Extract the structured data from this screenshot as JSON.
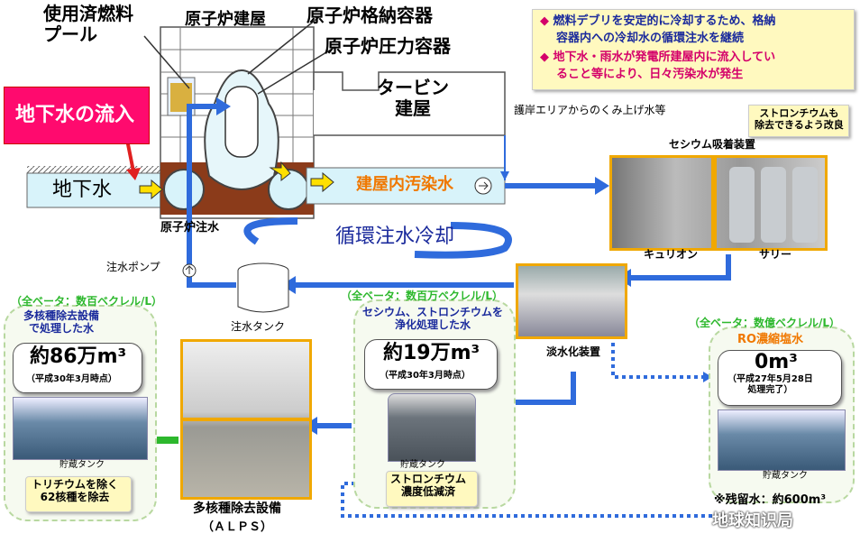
{
  "title_labels": {
    "spent_fuel_pool": "使用済燃料\nプール",
    "reactor_building": "原子炉建屋",
    "containment": "原子炉格納容器",
    "pressure_vessel": "原子炉圧力容器",
    "turbine_building": "タービン\n建屋",
    "groundwater_inflow": "地下水の流入",
    "groundwater": "地下水",
    "contaminated_water": "建屋内汚染水",
    "reactor_injection": "原子炉注水",
    "circulation_cooling": "循環注水冷却",
    "injection_pump": "注水ポンプ",
    "injection_tank": "注水タンク",
    "seawall_pumped": "護岸エリアからのくみ上げ水等"
  },
  "notes": {
    "line1": "燃料デブリを安定的に冷却するため、格納",
    "line2": "容器内への冷却水の循環注水を継続",
    "line3": "地下水・雨水が発電所建屋内に流入してい",
    "line4": "ること等により、日々汚染水が発生"
  },
  "cesium": {
    "upgrade_note": "ストロンチウムも\n除去できるよう改良",
    "title": "セシウム吸着装置",
    "kurion": "キュリオン",
    "sarry": "サリー"
  },
  "desalination": {
    "label": "淡水化装置"
  },
  "alps_panel": {
    "beta": "（全ベータ：数百ベクレル/L）",
    "caption": "多核種除去設備\nで処理した水",
    "volume": "約86万m³",
    "date": "（平成30年3月時点）",
    "tank": "貯蔵タンク",
    "footer": "トリチウムを除く\n62核種を除去"
  },
  "alps": {
    "label": "多核種除去設備",
    "abbr": "（ＡＬＰＳ）"
  },
  "sr_panel": {
    "beta": "（全ベータ：数百万ベクレル/L）",
    "caption": "セシウム、ストロンチウムを\n浄化処理した水",
    "volume": "約19万m³",
    "date": "（平成30年3月時点）",
    "tank": "貯蔵タンク",
    "footer": "ストロンチウム\n濃度低減済"
  },
  "ro_panel": {
    "beta": "（全ベータ：数億ベクレル/L）",
    "caption": "RO濃縮塩水",
    "volume": "0m³",
    "date": "（平成27年5月28日\n処理完了）",
    "tank": "貯蔵タンク",
    "residual": "※残留水：約600m³"
  },
  "watermark": "地球知识局",
  "colors": {
    "blue_arrow": "#2f6bdc",
    "green_arrow": "#2db82d",
    "orange_text": "#f07800",
    "magenta_text": "#d4006a",
    "navy_text": "#1a2a9c",
    "pipe_cyan": "#d8f3fa"
  }
}
